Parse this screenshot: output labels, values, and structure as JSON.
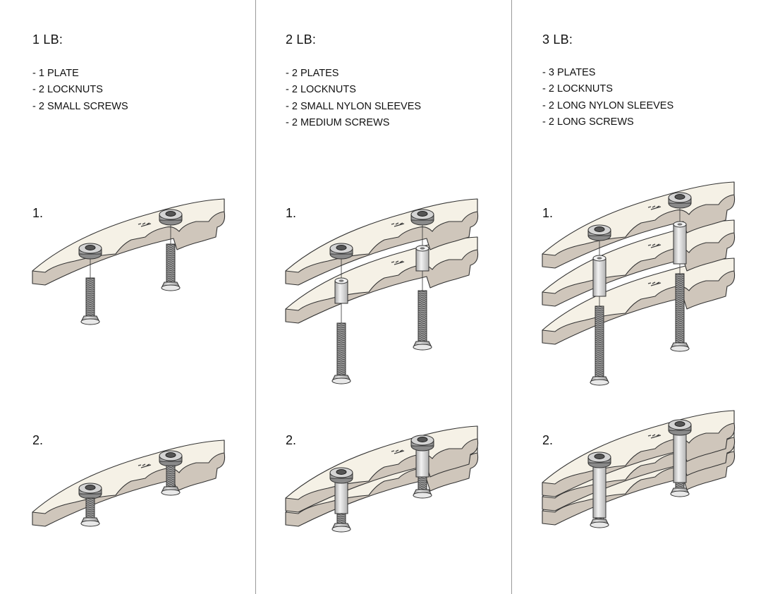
{
  "columns": [
    {
      "heading": "1 LB:",
      "parts": [
        "- 1 PLATE",
        "- 2 LOCKNUTS",
        "- 2 SMALL SCREWS"
      ],
      "steps": [
        "1.",
        "2."
      ]
    },
    {
      "heading": "2 LB:",
      "parts": [
        "- 2 PLATES",
        "- 2 LOCKNUTS",
        "- 2 SMALL NYLON SLEEVES",
        "- 2 MEDIUM SCREWS"
      ],
      "steps": [
        "1.",
        "2."
      ]
    },
    {
      "heading": "3 LB:",
      "parts": [
        "- 3 PLATES",
        "- 2 LOCKNUTS",
        "- 2 LONG NYLON SLEEVES",
        "- 2 LONG SCREWS"
      ],
      "steps": [
        "1.",
        "2."
      ]
    }
  ],
  "plate_engraving": "ZEt",
  "colors": {
    "plate_top": "#f5f1e6",
    "plate_side": "#cfc6bb",
    "metal": "#bdbdbd",
    "outline": "#333333"
  }
}
